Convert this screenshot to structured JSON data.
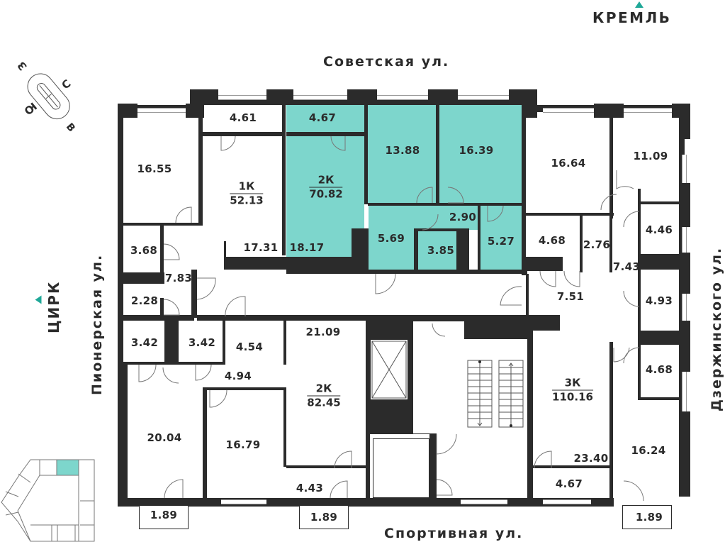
{
  "landmarks": {
    "kremlin": {
      "label": "КРЕМЛЬ",
      "marker_color": "#1fa898"
    },
    "circus": {
      "label": "ЦИРК",
      "marker_color": "#1fa898"
    }
  },
  "streets": {
    "top": "Советская ул.",
    "bottom": "Спортивная ул.",
    "left": "Пионерская ул.",
    "right": "Дзержинского ул."
  },
  "compass": {
    "north": "С",
    "south": "Ю",
    "east": "В",
    "west": "З"
  },
  "colors": {
    "highlight": "#7dd6cc",
    "wall": "#2b2b2b",
    "marker": "#1fa898"
  },
  "apartments": [
    {
      "id": "apt-1k",
      "type": "1К",
      "area": "52.13",
      "highlighted": false
    },
    {
      "id": "apt-2k-top",
      "type": "2К",
      "area": "70.82",
      "highlighted": true
    },
    {
      "id": "apt-2k-bottom",
      "type": "2К",
      "area": "82.45",
      "highlighted": false
    },
    {
      "id": "apt-3k",
      "type": "3К",
      "area": "110.16",
      "highlighted": false
    }
  ],
  "rooms": {
    "r16_55": "16.55",
    "r4_61": "4.61",
    "r17_31": "17.31",
    "r3_68": "3.68",
    "r7_83": "7.83",
    "r2_28": "2.28",
    "r4_67_top": "4.67",
    "r18_17": "18.17",
    "r13_88": "13.88",
    "r16_39": "16.39",
    "r5_69": "5.69",
    "r2_90": "2.90",
    "r3_85": "3.85",
    "r5_27": "5.27",
    "r16_64": "16.64",
    "r11_09": "11.09",
    "r4_46": "4.46",
    "r4_68_a": "4.68",
    "r2_76": "2.76",
    "r7_43": "7.43",
    "r7_51": "7.51",
    "r4_93": "4.93",
    "r3_42_a": "3.42",
    "r3_42_b": "3.42",
    "r4_54": "4.54",
    "r4_94": "4.94",
    "r21_09": "21.09",
    "r20_04": "20.04",
    "r16_79": "16.79",
    "r4_43": "4.43",
    "r1_89_a": "1.89",
    "r1_89_b": "1.89",
    "r1_89_c": "1.89",
    "r4_68_b": "4.68",
    "r23_40": "23.40",
    "r4_67_bottom": "4.67",
    "r16_24": "16.24"
  }
}
